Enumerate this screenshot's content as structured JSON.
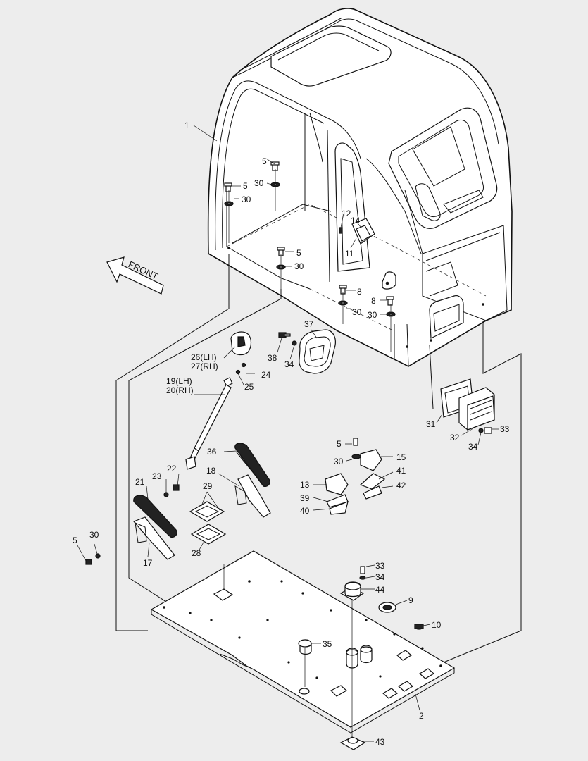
{
  "diagram": {
    "front_label": "FRONT",
    "callouts": [
      {
        "id": "c1",
        "text": "1"
      },
      {
        "id": "c5a",
        "text": "5"
      },
      {
        "id": "c5b",
        "text": "5"
      },
      {
        "id": "c30a",
        "text": "30"
      },
      {
        "id": "c30b",
        "text": "30"
      },
      {
        "id": "c12",
        "text": "12"
      },
      {
        "id": "c14",
        "text": "14"
      },
      {
        "id": "c11",
        "text": "11"
      },
      {
        "id": "c5c",
        "text": "5"
      },
      {
        "id": "c30c",
        "text": "30"
      },
      {
        "id": "c8a",
        "text": "8"
      },
      {
        "id": "c8b",
        "text": "8"
      },
      {
        "id": "c30d",
        "text": "30"
      },
      {
        "id": "c30e",
        "text": "30"
      },
      {
        "id": "c37",
        "text": "37"
      },
      {
        "id": "c38",
        "text": "38"
      },
      {
        "id": "c34a",
        "text": "34"
      },
      {
        "id": "c26",
        "text": "26(LH)"
      },
      {
        "id": "c27",
        "text": "27(RH)"
      },
      {
        "id": "c24",
        "text": "24"
      },
      {
        "id": "c25",
        "text": "25"
      },
      {
        "id": "c19",
        "text": "19(LH)"
      },
      {
        "id": "c20",
        "text": "20(RH)"
      },
      {
        "id": "c31",
        "text": "31"
      },
      {
        "id": "c32",
        "text": "32"
      },
      {
        "id": "c33a",
        "text": "33"
      },
      {
        "id": "c34b",
        "text": "34"
      },
      {
        "id": "c5d",
        "text": "5"
      },
      {
        "id": "c15",
        "text": "15"
      },
      {
        "id": "c30f",
        "text": "30"
      },
      {
        "id": "c36",
        "text": "36"
      },
      {
        "id": "c41",
        "text": "41"
      },
      {
        "id": "c13",
        "text": "13"
      },
      {
        "id": "c42",
        "text": "42"
      },
      {
        "id": "c18",
        "text": "18"
      },
      {
        "id": "c22",
        "text": "22"
      },
      {
        "id": "c23",
        "text": "23"
      },
      {
        "id": "c39",
        "text": "39"
      },
      {
        "id": "c21",
        "text": "21"
      },
      {
        "id": "c29",
        "text": "29"
      },
      {
        "id": "c40",
        "text": "40"
      },
      {
        "id": "c5e",
        "text": "5"
      },
      {
        "id": "c30g",
        "text": "30"
      },
      {
        "id": "c28",
        "text": "28"
      },
      {
        "id": "c17",
        "text": "17"
      },
      {
        "id": "c33b",
        "text": "33"
      },
      {
        "id": "c34c",
        "text": "34"
      },
      {
        "id": "c44",
        "text": "44"
      },
      {
        "id": "c9",
        "text": "9"
      },
      {
        "id": "c10",
        "text": "10"
      },
      {
        "id": "c35",
        "text": "35"
      },
      {
        "id": "c2",
        "text": "2"
      },
      {
        "id": "c43",
        "text": "43"
      }
    ]
  }
}
